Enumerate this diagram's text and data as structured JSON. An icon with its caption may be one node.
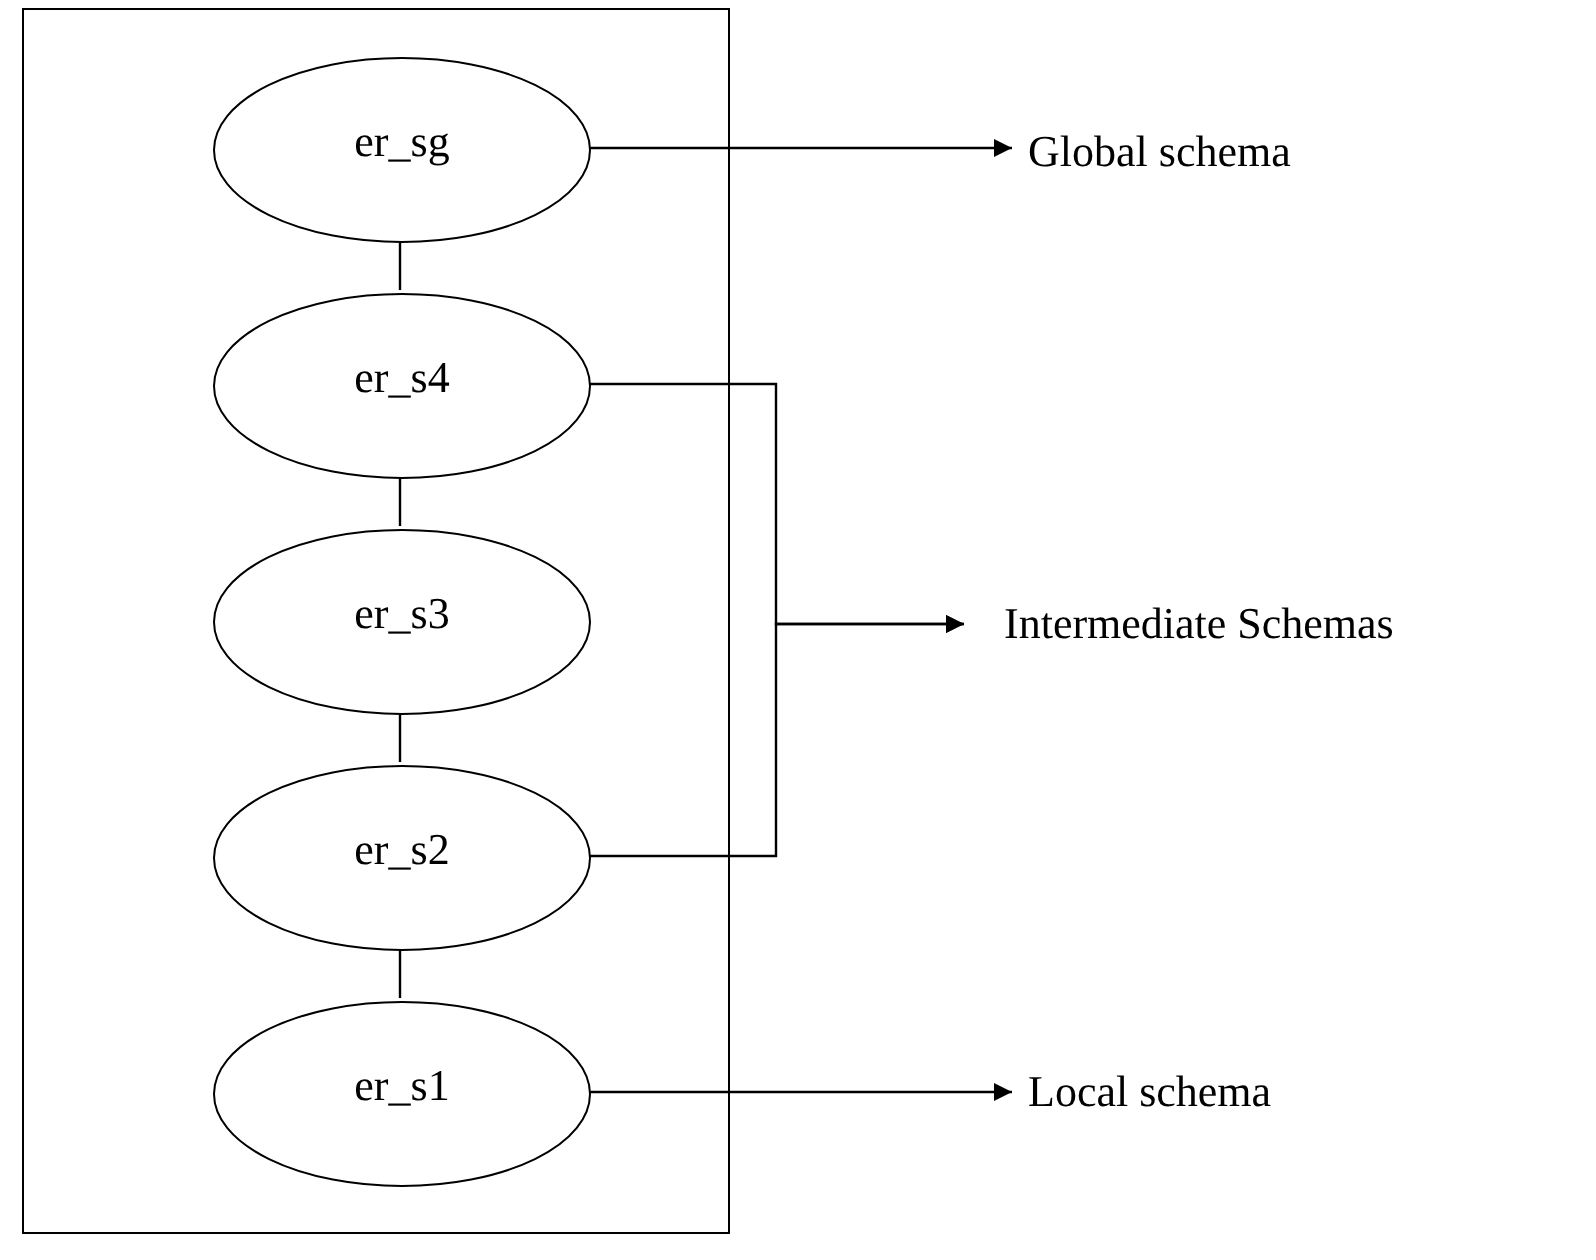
{
  "diagram": {
    "nodes": [
      {
        "text": [],
        "shape": "box"
      },
      {
        "text": [
          "er_sg"
        ],
        "in": 0
      },
      {
        "text": [
          "er_s4"
        ],
        "in": 0
      },
      {
        "text": [
          "er_s3"
        ],
        "in": 0
      },
      {
        "text": [
          "er_s2"
        ],
        "in": 0
      },
      {
        "text": [
          "er_s1"
        ],
        "in": 0
      },
      {
        "text": [
          "Global schema"
        ]
      },
      {
        "text": [
          "Intermediate Schemas"
        ]
      },
      {
        "text": [
          "Local schema"
        ]
      }
    ],
    "edges": [
      {
        "from": 1,
        "to": 2,
        "arrow": "none"
      },
      {
        "from": 2,
        "to": 3,
        "arrow": "none"
      },
      {
        "from": 3,
        "to": 4,
        "arrow": "none"
      },
      {
        "from": 4,
        "to": 5,
        "arrow": "none"
      },
      {
        "from": 1,
        "to": 6,
        "arrow": "to"
      },
      {
        "from": 2,
        "to": 7,
        "arrow": "to"
      },
      {
        "from": 4,
        "to": 7,
        "arrow": "to"
      },
      {
        "from": 5,
        "to": 8,
        "arrow": "to"
      }
    ]
  }
}
